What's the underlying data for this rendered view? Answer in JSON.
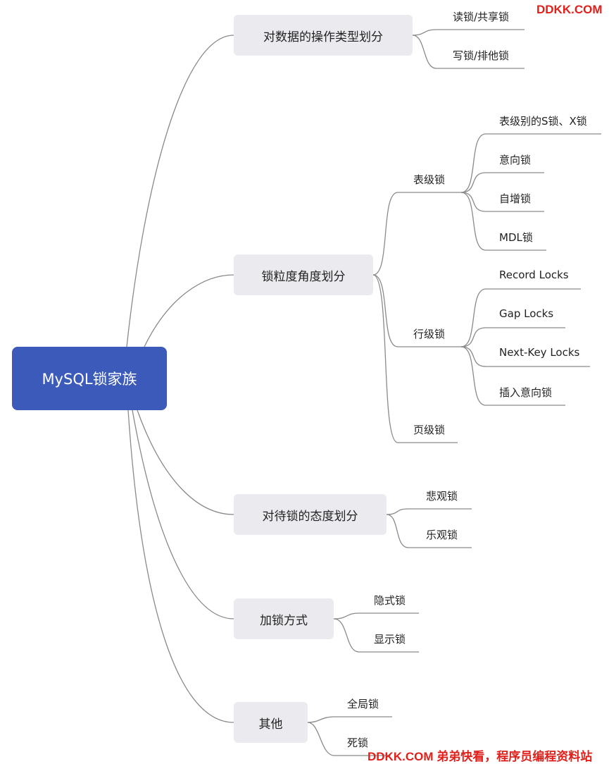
{
  "root": "MySQL锁家族",
  "branches": [
    {
      "label": "对数据的操作类型划分",
      "children": [
        "读锁/共享锁",
        "写锁/排他锁"
      ]
    },
    {
      "label": "锁粒度角度划分",
      "groups": [
        {
          "label": "表级锁",
          "children": [
            "表级别的S锁、X锁",
            "意向锁",
            "自增锁",
            "MDL锁"
          ]
        },
        {
          "label": "行级锁",
          "children": [
            "Record Locks",
            "Gap Locks",
            "Next-Key Locks",
            "插入意向锁"
          ]
        },
        {
          "label": "页级锁",
          "children": []
        }
      ]
    },
    {
      "label": "对待锁的态度划分",
      "children": [
        "悲观锁",
        "乐观锁"
      ]
    },
    {
      "label": "加锁方式",
      "children": [
        "隐式锁",
        "显示锁"
      ]
    },
    {
      "label": "其他",
      "children": [
        "全局锁",
        "死锁"
      ]
    }
  ],
  "colors": {
    "root_bg": "#3b5aba",
    "branch_bg": "#ebebef",
    "line": "#8a8a8a",
    "watermark": "#e0201b"
  },
  "watermark_top": "DDKK.COM",
  "watermark_bottom": "DDKK.COM 弟弟快看，程序员编程资料站"
}
